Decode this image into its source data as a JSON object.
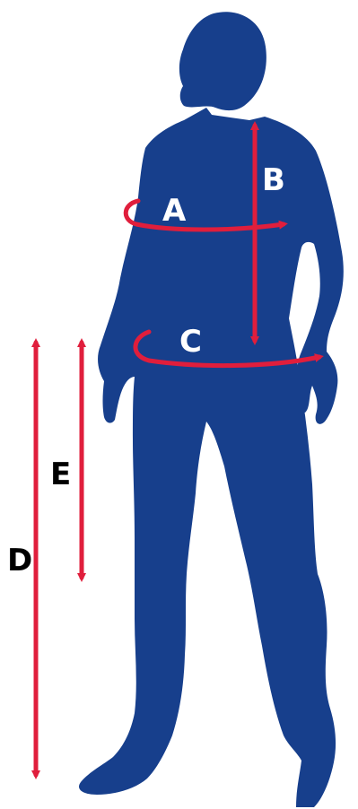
{
  "figure": {
    "body_color": "#173f8c",
    "arrow_color": "#e01e3c",
    "label_color_on_body": "#ffffff",
    "label_color_on_background": "#000000",
    "labels": {
      "a": "A",
      "b": "B",
      "c": "C",
      "d": "D",
      "e": "E"
    }
  }
}
